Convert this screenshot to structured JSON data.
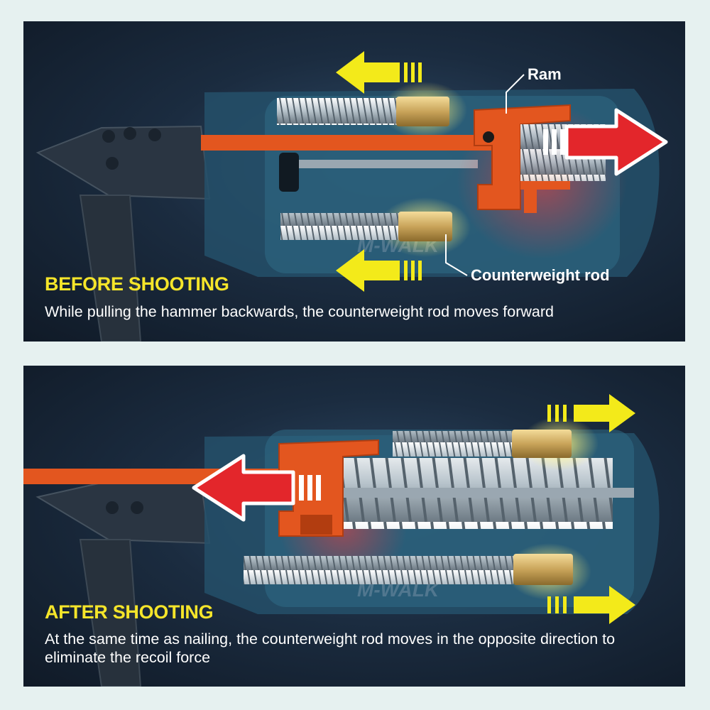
{
  "panels": [
    {
      "heading": "BEFORE SHOOTING",
      "description": "While pulling the hammer backwards, the counterweight rod moves forward",
      "callouts": {
        "ram": "Ram",
        "counterweight_rod": "Counterweight rod"
      },
      "watermark": "M-WALK",
      "ram_direction": "backward",
      "counterweight_direction": "forward"
    },
    {
      "heading": "AFTER SHOOTING",
      "description": "At the same time as nailing, the counterweight rod moves in the opposite direction to eliminate the recoil force",
      "watermark": "M-WALK",
      "ram_direction": "forward",
      "counterweight_direction": "backward"
    }
  ],
  "colors": {
    "background": "#e6f1f0",
    "panel": "#1b2c40",
    "heading": "#f5e52a",
    "arrow_yellow": "#f3ea1a",
    "arrow_red": "#e3262b",
    "ram_orange": "#e3561f",
    "brass": "#c9a45a"
  },
  "icons": [
    "yellow-arrow-icon",
    "red-arrow-icon",
    "spring-icon",
    "brass-weight-icon"
  ]
}
